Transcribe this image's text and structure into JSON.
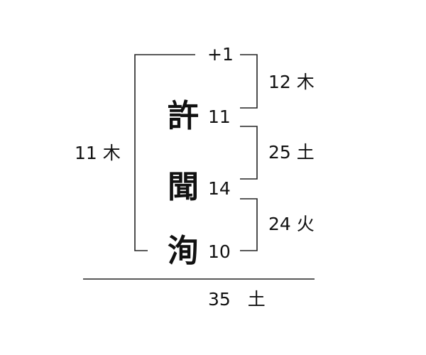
{
  "name": {
    "characters": [
      {
        "char": "許",
        "strokes": "11"
      },
      {
        "char": "聞",
        "strokes": "14"
      },
      {
        "char": "洵",
        "strokes": "10"
      }
    ],
    "top_extra": "+1"
  },
  "grids": {
    "outer": {
      "value": "11",
      "element": "木"
    },
    "upper": {
      "value": "12",
      "element": "木"
    },
    "middle": {
      "value": "25",
      "element": "土"
    },
    "lower": {
      "value": "24",
      "element": "火"
    },
    "total": {
      "value": "35",
      "element": "土"
    }
  }
}
